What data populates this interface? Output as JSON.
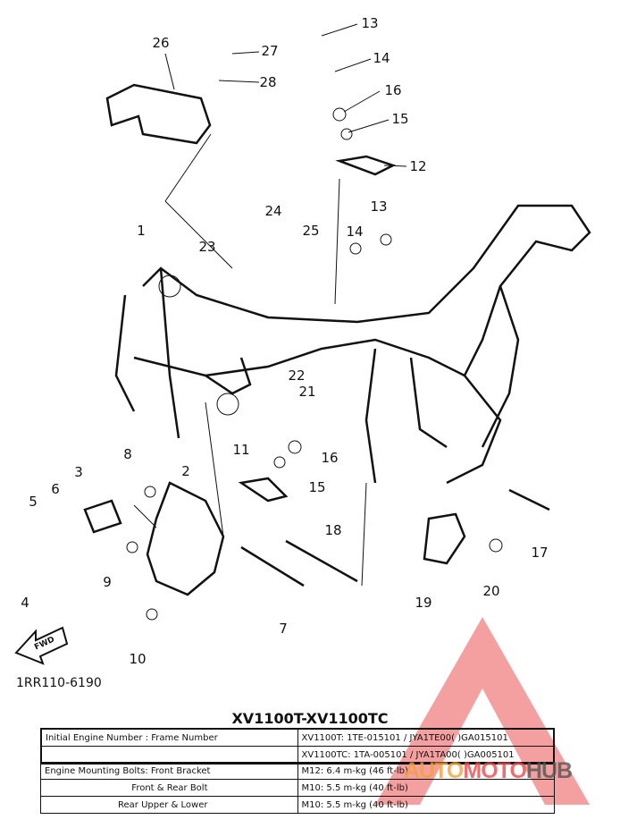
{
  "diagram": {
    "callouts": [
      "26",
      "27",
      "28",
      "13",
      "14",
      "16",
      "15",
      "12",
      "24",
      "25",
      "23",
      "1",
      "13",
      "14",
      "22",
      "21",
      "16",
      "15",
      "11",
      "8",
      "2",
      "3",
      "6",
      "5",
      "4",
      "9",
      "10",
      "7",
      "18",
      "17",
      "19",
      "20"
    ],
    "fwd_label": "FWD",
    "drawing_code": "1RR110-6190"
  },
  "spec": {
    "title": "XV1100T-XV1100TC",
    "engine_frame": {
      "label": "Initial Engine Number : Frame Number",
      "rows": [
        "XV1100T: 1TE-015101 / JYA1TE00( )GA015101",
        "XV1100TC: 1TA-005101 / JYA1TA00( )GA005101"
      ]
    },
    "bolts": [
      {
        "label": "Engine Mounting Bolts: Front Bracket",
        "value": "M12: 6.4 m-kg (46 ft-lb)"
      },
      {
        "label": "Front & Rear Bolt",
        "value": "M10: 5.5 m-kg (40 ft-lb)"
      },
      {
        "label": "Rear Upper & Lower",
        "value": "M10: 5.5 m-kg (40 ft-lb)"
      }
    ]
  },
  "watermark": {
    "part1": "AUTO",
    "part2": "MOTO",
    "part3": "HUB",
    "colors": {
      "orange": "#f2a23a",
      "red": "#e84a4a",
      "gray": "#555555"
    }
  }
}
